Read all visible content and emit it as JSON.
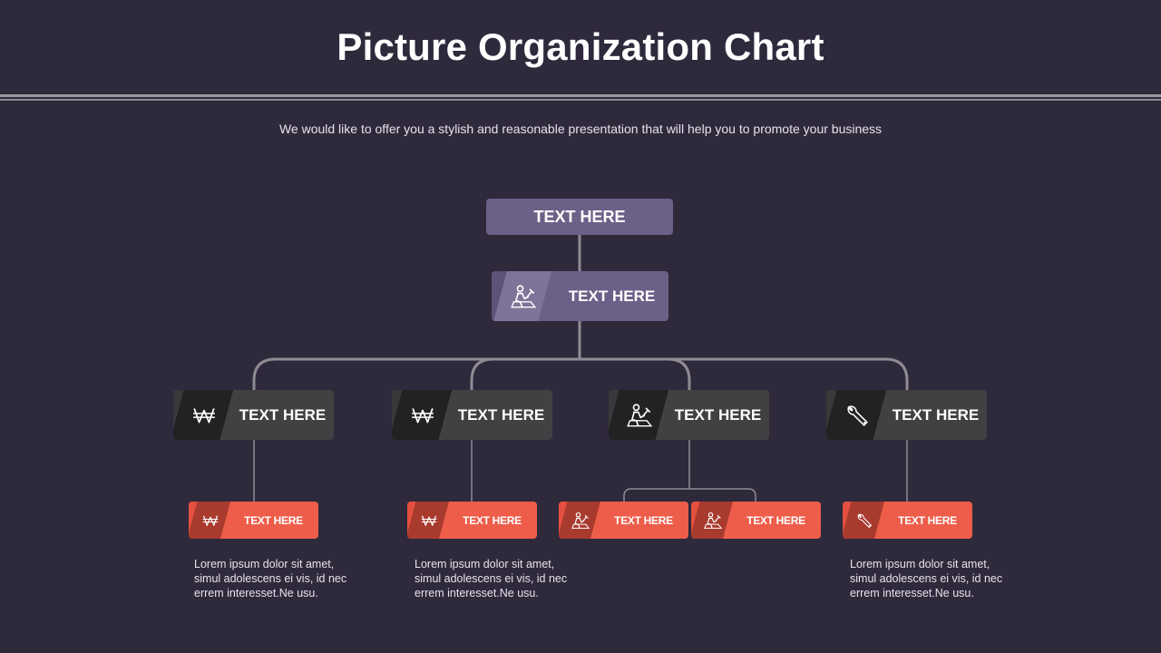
{
  "title": "Picture Organization Chart",
  "subtitle": "We would like to offer you a stylish and reasonable presentation that will help you to promote your business",
  "top_box": {
    "label": "TEXT HERE"
  },
  "level2": {
    "label": "TEXT HERE",
    "icon": "worker-icon"
  },
  "level3": [
    {
      "label": "TEXT HERE",
      "icon": "won-icon"
    },
    {
      "label": "TEXT HERE",
      "icon": "won-icon"
    },
    {
      "label": "TEXT HERE",
      "icon": "worker-icon"
    },
    {
      "label": "TEXT HERE",
      "icon": "wrench-icon"
    }
  ],
  "level4": [
    {
      "label": "TEXT HERE",
      "icon": "won-icon"
    },
    {
      "label": "TEXT HERE",
      "icon": "won-icon"
    },
    {
      "label": "TEXT HERE",
      "icon": "worker-icon"
    },
    {
      "label": "TEXT HERE",
      "icon": "worker-icon"
    },
    {
      "label": "TEXT HERE",
      "icon": "wrench-icon"
    }
  ],
  "notes": [
    "Lorem ipsum dolor sit amet, simul adolescens ei vis, id nec errem interesset.Ne usu.",
    "Lorem ipsum dolor sit amet, simul adolescens ei vis, id nec errem interesset.Ne usu.",
    "Lorem ipsum dolor sit amet, simul adolescens ei vis, id nec errem interesset.Ne usu."
  ],
  "colors": {
    "background": "#2f293c",
    "purple_box": "#6d6088",
    "dark_box": "#424042",
    "accent_box": "#ee5d4a",
    "connector": "#8e8b93"
  }
}
